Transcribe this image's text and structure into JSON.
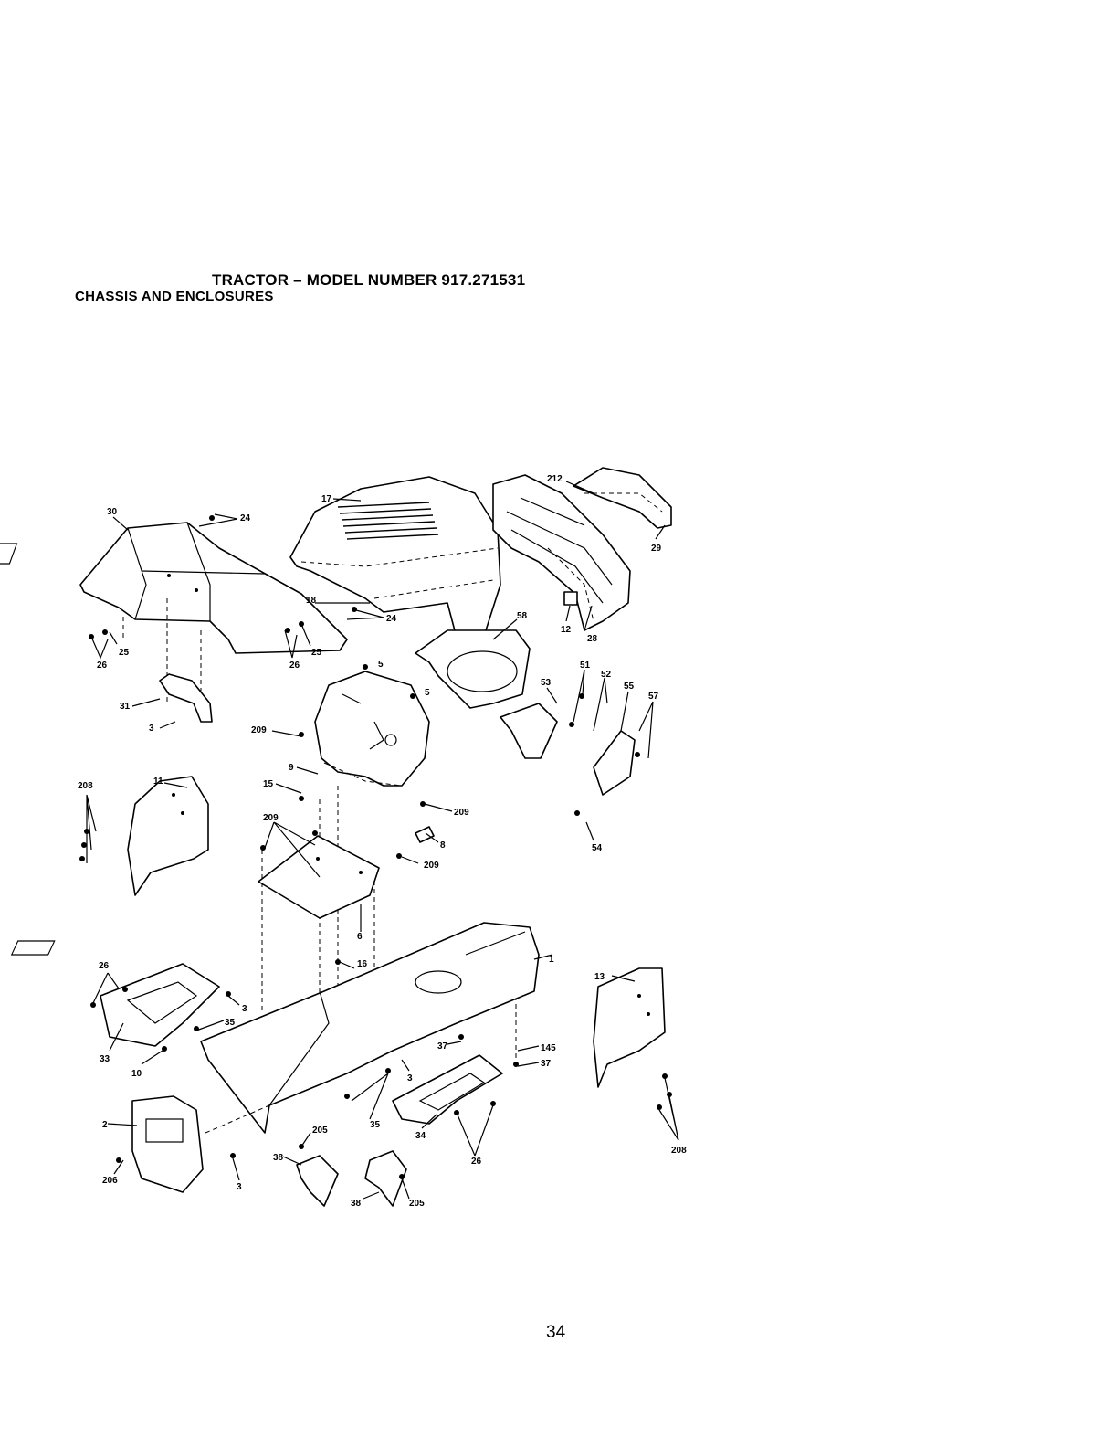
{
  "header": {
    "title": "TRACTOR – MODEL NUMBER 917.271531",
    "subtitle": "CHASSIS AND ENCLOSURES"
  },
  "callouts": [
    {
      "id": "c30",
      "label": "30"
    },
    {
      "id": "c24a",
      "label": "24"
    },
    {
      "id": "c17",
      "label": "17"
    },
    {
      "id": "c212",
      "label": "212"
    },
    {
      "id": "c29",
      "label": "29"
    },
    {
      "id": "c18",
      "label": "18"
    },
    {
      "id": "c24b",
      "label": "24"
    },
    {
      "id": "c58",
      "label": "58"
    },
    {
      "id": "c12",
      "label": "12"
    },
    {
      "id": "c28",
      "label": "28"
    },
    {
      "id": "c26a",
      "label": "26"
    },
    {
      "id": "c25a",
      "label": "25"
    },
    {
      "id": "c26b",
      "label": "26"
    },
    {
      "id": "c25b",
      "label": "25"
    },
    {
      "id": "c5a",
      "label": "5"
    },
    {
      "id": "c5b",
      "label": "5"
    },
    {
      "id": "c53",
      "label": "53"
    },
    {
      "id": "c51",
      "label": "51"
    },
    {
      "id": "c52",
      "label": "52"
    },
    {
      "id": "c55",
      "label": "55"
    },
    {
      "id": "c57",
      "label": "57"
    },
    {
      "id": "c31",
      "label": "31"
    },
    {
      "id": "c3a",
      "label": "3"
    },
    {
      "id": "c209a",
      "label": "209"
    },
    {
      "id": "c9",
      "label": "9"
    },
    {
      "id": "c15",
      "label": "15"
    },
    {
      "id": "c209b",
      "label": "209"
    },
    {
      "id": "c208a",
      "label": "208"
    },
    {
      "id": "c11",
      "label": "11"
    },
    {
      "id": "c8",
      "label": "8"
    },
    {
      "id": "c209c",
      "label": "209"
    },
    {
      "id": "c209d",
      "label": "209"
    },
    {
      "id": "c54",
      "label": "54"
    },
    {
      "id": "c6",
      "label": "6"
    },
    {
      "id": "c16",
      "label": "16"
    },
    {
      "id": "c1",
      "label": "1"
    },
    {
      "id": "c26c",
      "label": "26"
    },
    {
      "id": "c13",
      "label": "13"
    },
    {
      "id": "c3b",
      "label": "3"
    },
    {
      "id": "c35a",
      "label": "35"
    },
    {
      "id": "c33",
      "label": "33"
    },
    {
      "id": "c10",
      "label": "10"
    },
    {
      "id": "c37a",
      "label": "37"
    },
    {
      "id": "c145",
      "label": "145"
    },
    {
      "id": "c37b",
      "label": "37"
    },
    {
      "id": "c3c",
      "label": "3"
    },
    {
      "id": "c35b",
      "label": "35"
    },
    {
      "id": "c34",
      "label": "34"
    },
    {
      "id": "c26d",
      "label": "26"
    },
    {
      "id": "c208b",
      "label": "208"
    },
    {
      "id": "c2",
      "label": "2"
    },
    {
      "id": "c205a",
      "label": "205"
    },
    {
      "id": "c206",
      "label": "206"
    },
    {
      "id": "c3d",
      "label": "3"
    },
    {
      "id": "c38a",
      "label": "38"
    },
    {
      "id": "c38b",
      "label": "38"
    },
    {
      "id": "c205b",
      "label": "205"
    }
  ],
  "footer": {
    "page_number": "34"
  }
}
